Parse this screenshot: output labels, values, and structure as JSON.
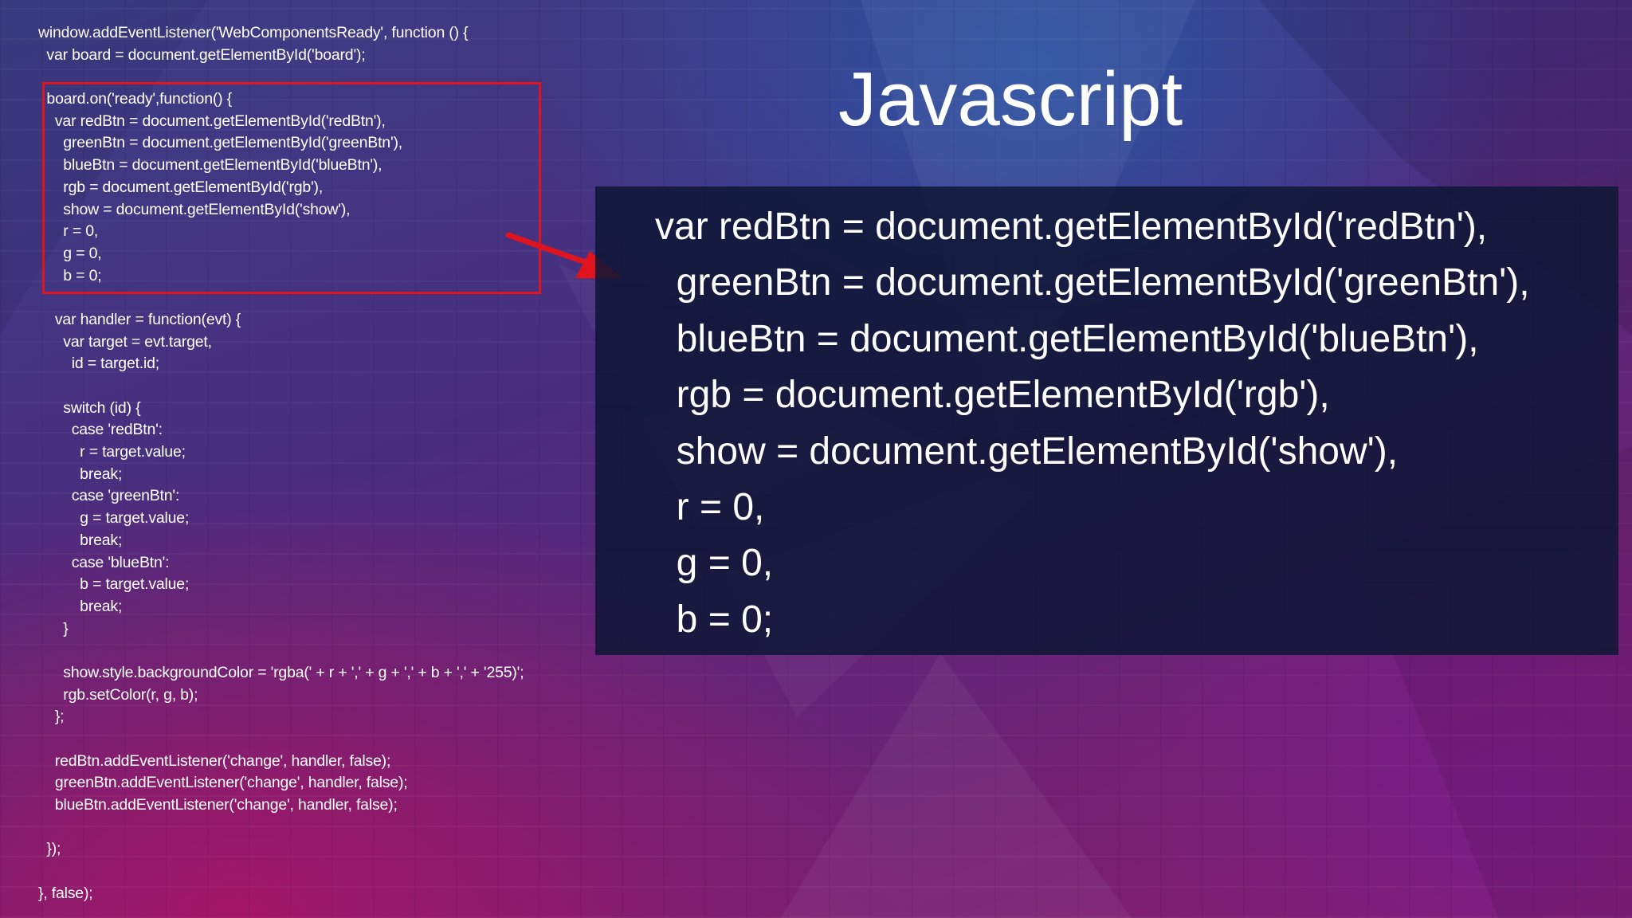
{
  "title": "Javascript",
  "colors": {
    "highlight": "#e0141e",
    "arrow": "#e0141e",
    "panel": "#0e1634",
    "text": "#ffffff"
  },
  "code_lines": [
    "window.addEventListener('WebComponentsReady', function () {",
    "  var board = document.getElementById('board');",
    "",
    "  board.on('ready',function() {",
    "    var redBtn = document.getElementById('redBtn'),",
    "      greenBtn = document.getElementById('greenBtn'),",
    "      blueBtn = document.getElementById('blueBtn'),",
    "      rgb = document.getElementById('rgb'),",
    "      show = document.getElementById('show'),",
    "      r = 0,",
    "      g = 0,",
    "      b = 0;",
    "",
    "    var handler = function(evt) {",
    "      var target = evt.target,",
    "        id = target.id;",
    "",
    "      switch (id) {",
    "        case 'redBtn':",
    "          r = target.value;",
    "          break;",
    "        case 'greenBtn':",
    "          g = target.value;",
    "          break;",
    "        case 'blueBtn':",
    "          b = target.value;",
    "          break;",
    "      }",
    "",
    "      show.style.backgroundColor = 'rgba(' + r + ',' + g + ',' + b + ',' + '255)';",
    "      rgb.setColor(r, g, b);",
    "    };",
    "",
    "    redBtn.addEventListener('change', handler, false);",
    "    greenBtn.addEventListener('change', handler, false);",
    "    blueBtn.addEventListener('change', handler, false);",
    "",
    "  });",
    "",
    "}, false);"
  ],
  "zoom_lines": [
    "var redBtn = document.getElementById('redBtn'),",
    "  greenBtn = document.getElementById('greenBtn'),",
    "  blueBtn = document.getElementById('blueBtn'),",
    "  rgb = document.getElementById('rgb'),",
    "  show = document.getElementById('show'),",
    "  r = 0,",
    "  g = 0,",
    "  b = 0;"
  ]
}
